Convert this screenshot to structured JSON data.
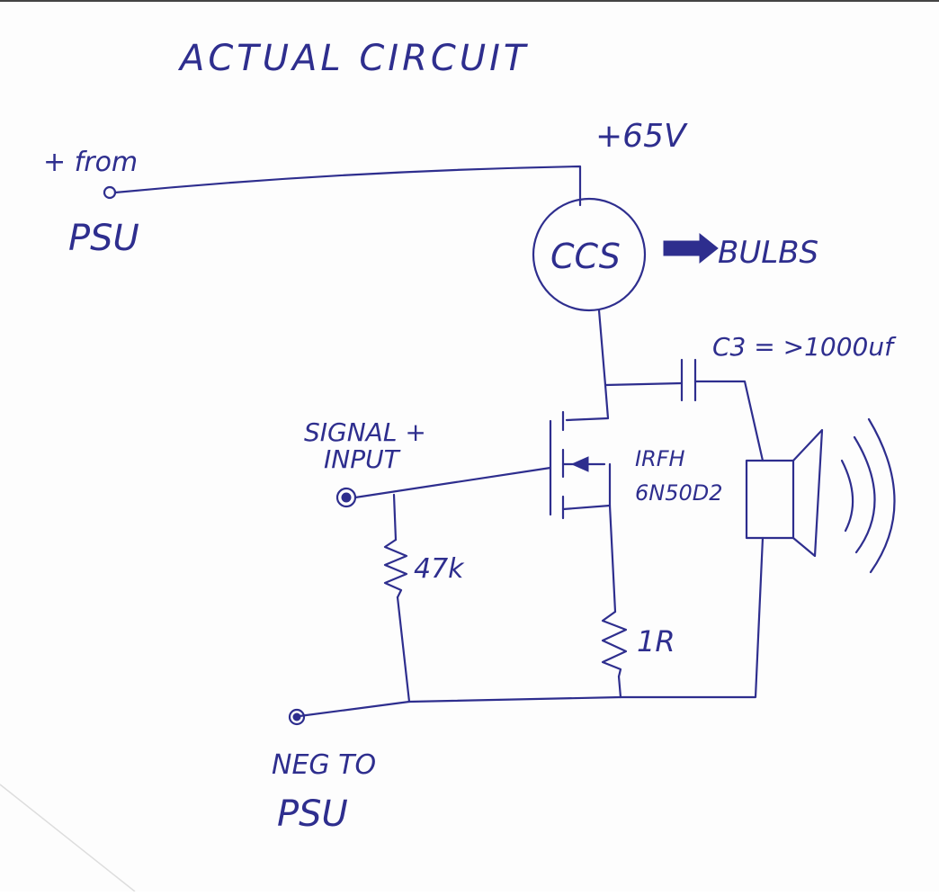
{
  "diagram": {
    "title": "ACTUAL CIRCUIT",
    "labels": {
      "voltage": "+65V",
      "psu_plus_line1": "+ from",
      "psu_plus_line2": "PSU",
      "ccs": "CCS",
      "bulbs": "BULBS",
      "capacitor": "C3 = >1000uf",
      "signal_line1": "SIGNAL +",
      "signal_line2": "INPUT",
      "mosfet_line1": "IRFH",
      "mosfet_line2": "6N50D2",
      "resistor_47k": "47k",
      "resistor_1r": "1R",
      "neg_line1": "NEG TO",
      "neg_line2": "PSU"
    },
    "ink_color": "#2e2e8e"
  }
}
